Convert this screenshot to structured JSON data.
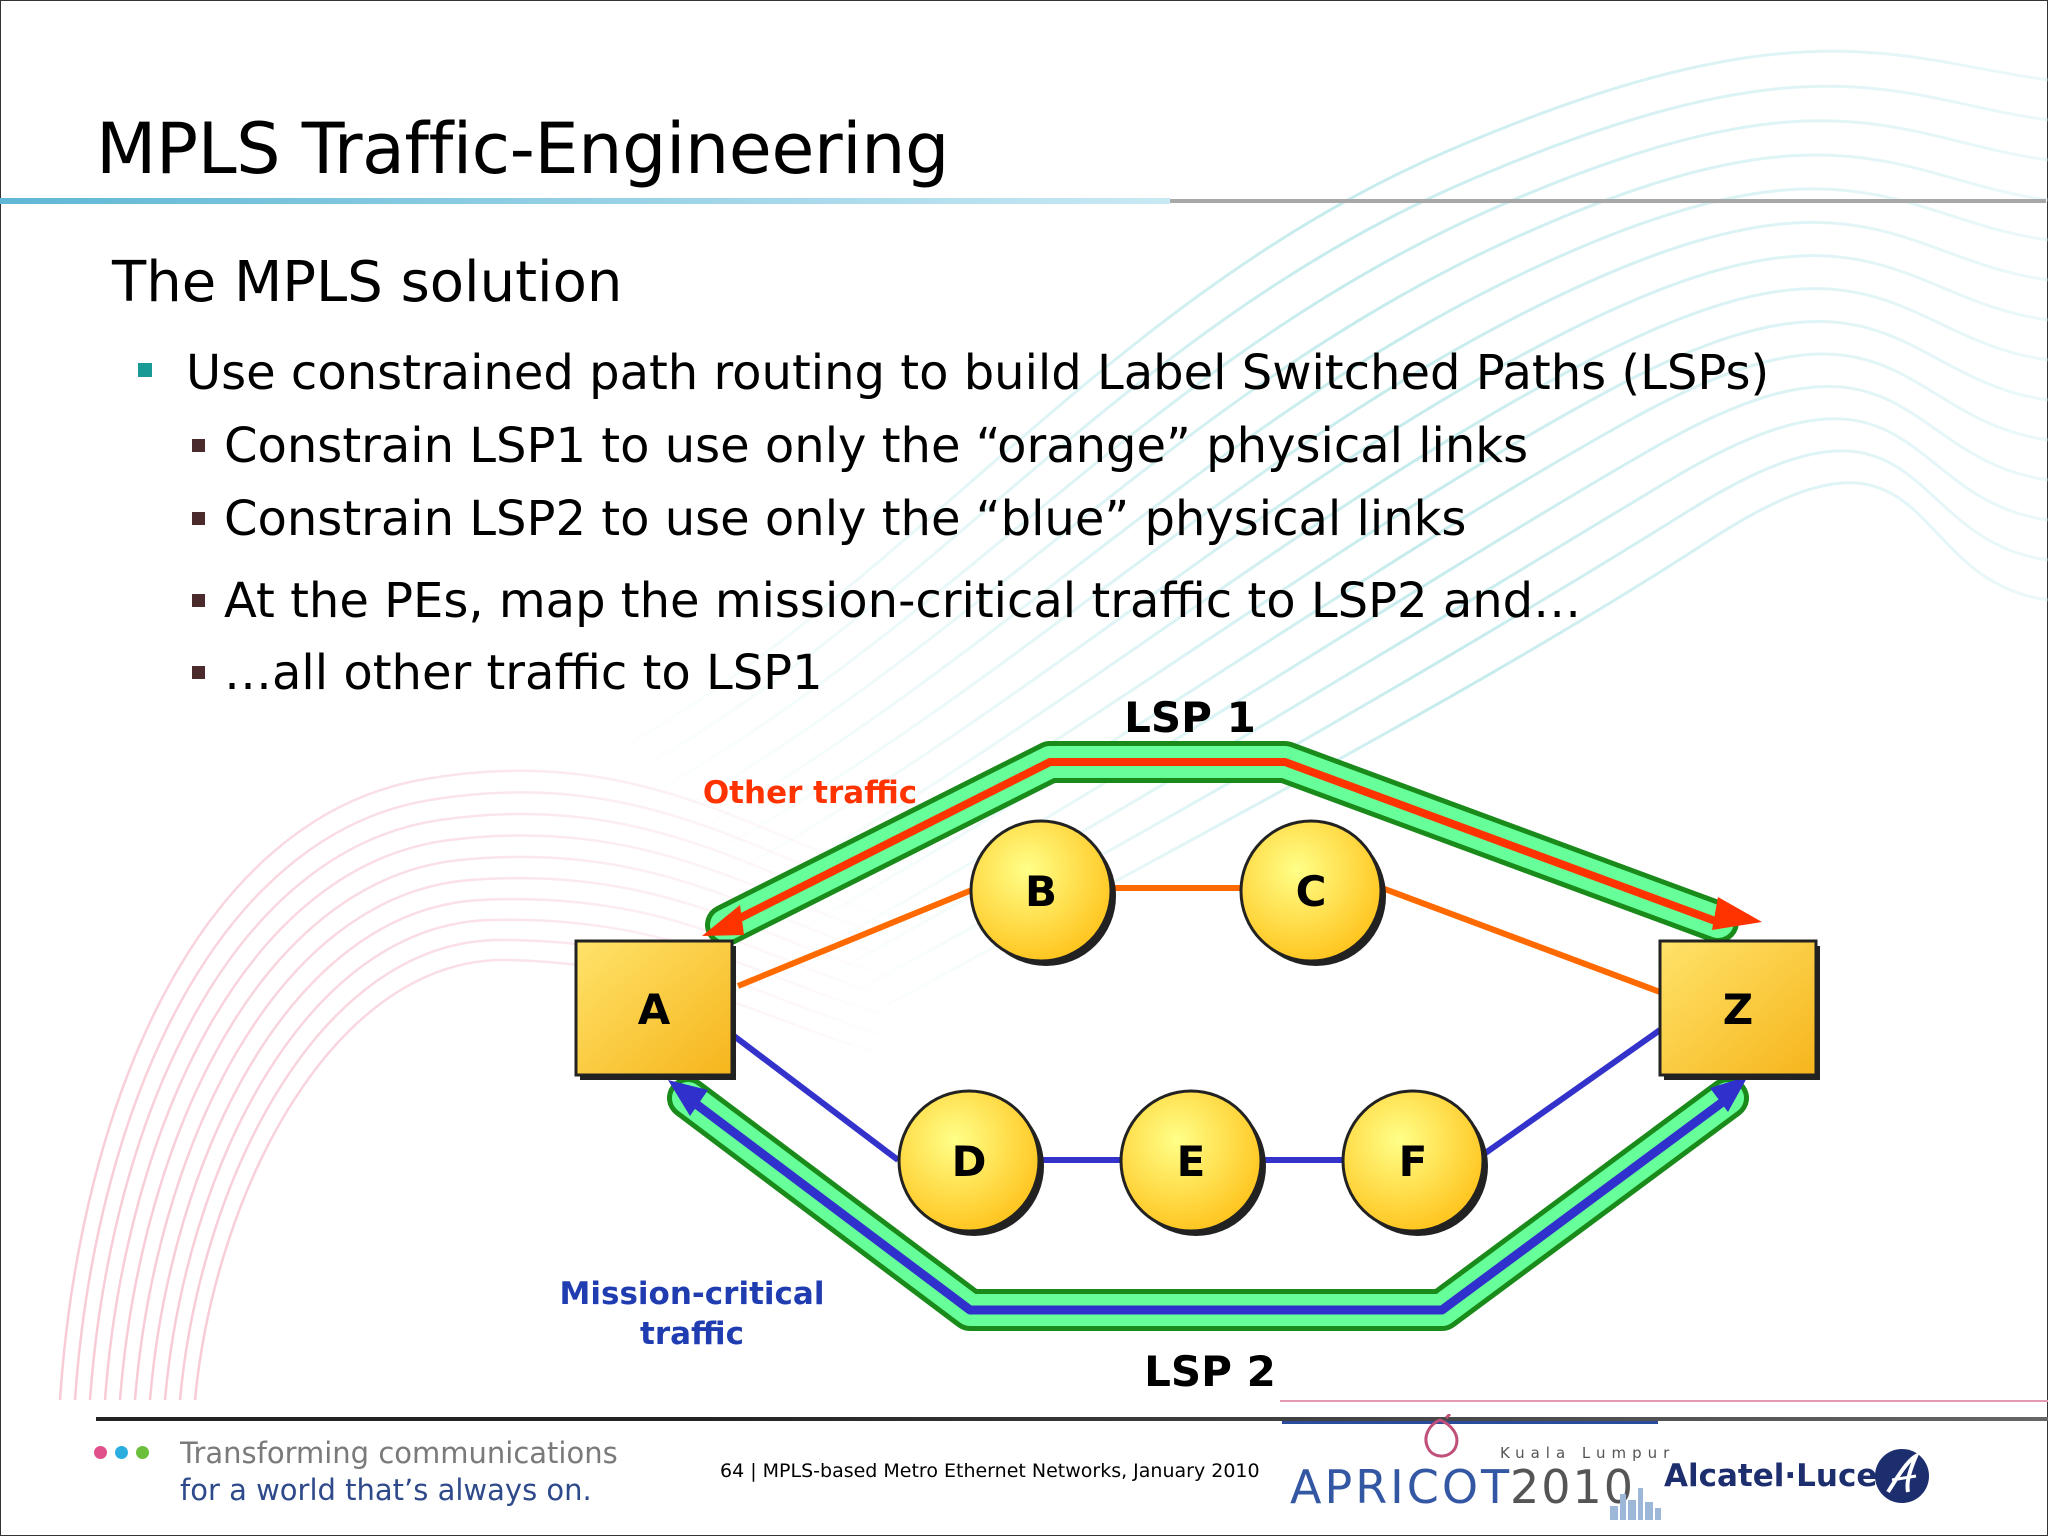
{
  "slide": {
    "title": "MPLS Traffic-Engineering",
    "subtitle": "The MPLS solution",
    "bullets": [
      "Use constrained path routing to build Label Switched Paths (LSPs)",
      "Constrain LSP1 to use only the “orange” physical links",
      "Constrain LSP2 to use only the “blue” physical links",
      "At the PEs, map the mission-critical traffic to LSP2 and…",
      "…all other traffic to LSP1"
    ]
  },
  "diagram": {
    "nodes": {
      "a": "A",
      "z": "Z",
      "b": "B",
      "c": "C",
      "d": "D",
      "e": "E",
      "f": "F"
    },
    "lsp1_label": "LSP 1",
    "lsp2_label": "LSP 2",
    "other_traffic": "Other traffic",
    "mission_line1": "Mission-critical",
    "mission_line2": "traffic",
    "colors": {
      "orange_link": "#ff6a00",
      "blue_link": "#3333cc",
      "tunnel_fill": "#66ff99",
      "tunnel_edge": "#1a8a1a",
      "other_arrow": "#ff3300",
      "mission_arrow": "#3030cc",
      "node_fill": "#ffd23a"
    }
  },
  "footer": {
    "tagline_line1": "Transforming communications",
    "tagline_line2": "for a world that’s always on.",
    "page_info": "64 | MPLS-based Metro Ethernet Networks, January 2010",
    "event_name": "APRICOT",
    "event_year": "2010",
    "event_city": "Kuala Lumpur",
    "company": "Alcatel·Lucent"
  }
}
